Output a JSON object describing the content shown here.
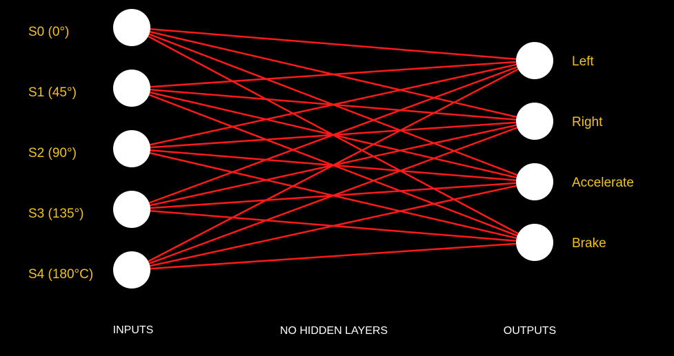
{
  "colors": {
    "background": "#000000",
    "node_fill": "#ffffff",
    "connection": "#ff1a1a",
    "label_text": "#f2c21b",
    "footer_text": "#ffffff"
  },
  "inputs": [
    {
      "label": "S0 (0°)"
    },
    {
      "label": "S1 (45°)"
    },
    {
      "label": "S2 (90°)"
    },
    {
      "label": "S3 (135°)"
    },
    {
      "label": "S4 (180°C)"
    }
  ],
  "outputs": [
    {
      "label": "Left"
    },
    {
      "label": "Right"
    },
    {
      "label": "Accelerate"
    },
    {
      "label": "Brake"
    }
  ],
  "footer": {
    "inputs_label": "INPUTS",
    "middle_label": "NO HIDDEN LAYERS",
    "outputs_label": "OUTPUTS"
  }
}
